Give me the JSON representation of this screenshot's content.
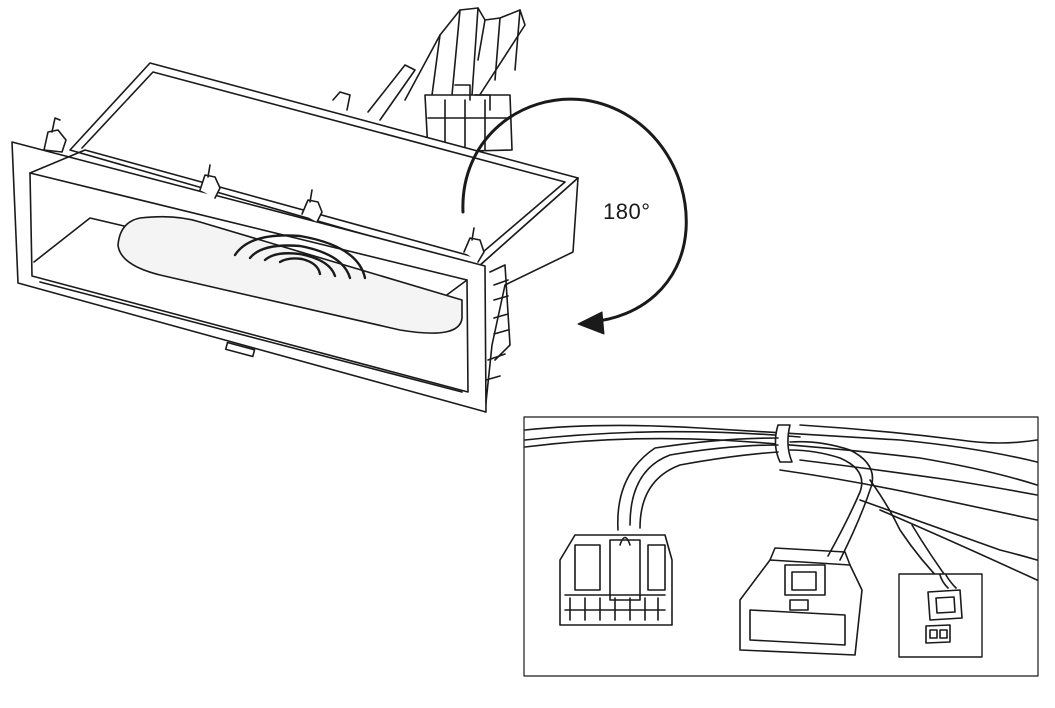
{
  "rotation": {
    "label": "180°"
  },
  "colors": {
    "line": "#1a1a1a",
    "fill": "#ffffff",
    "pad_shade": "#f4f4f4"
  },
  "parts": [
    "wireless-charging-tray",
    "rotation-arrow",
    "wiring-harness-inset",
    "connector-detail-box"
  ]
}
